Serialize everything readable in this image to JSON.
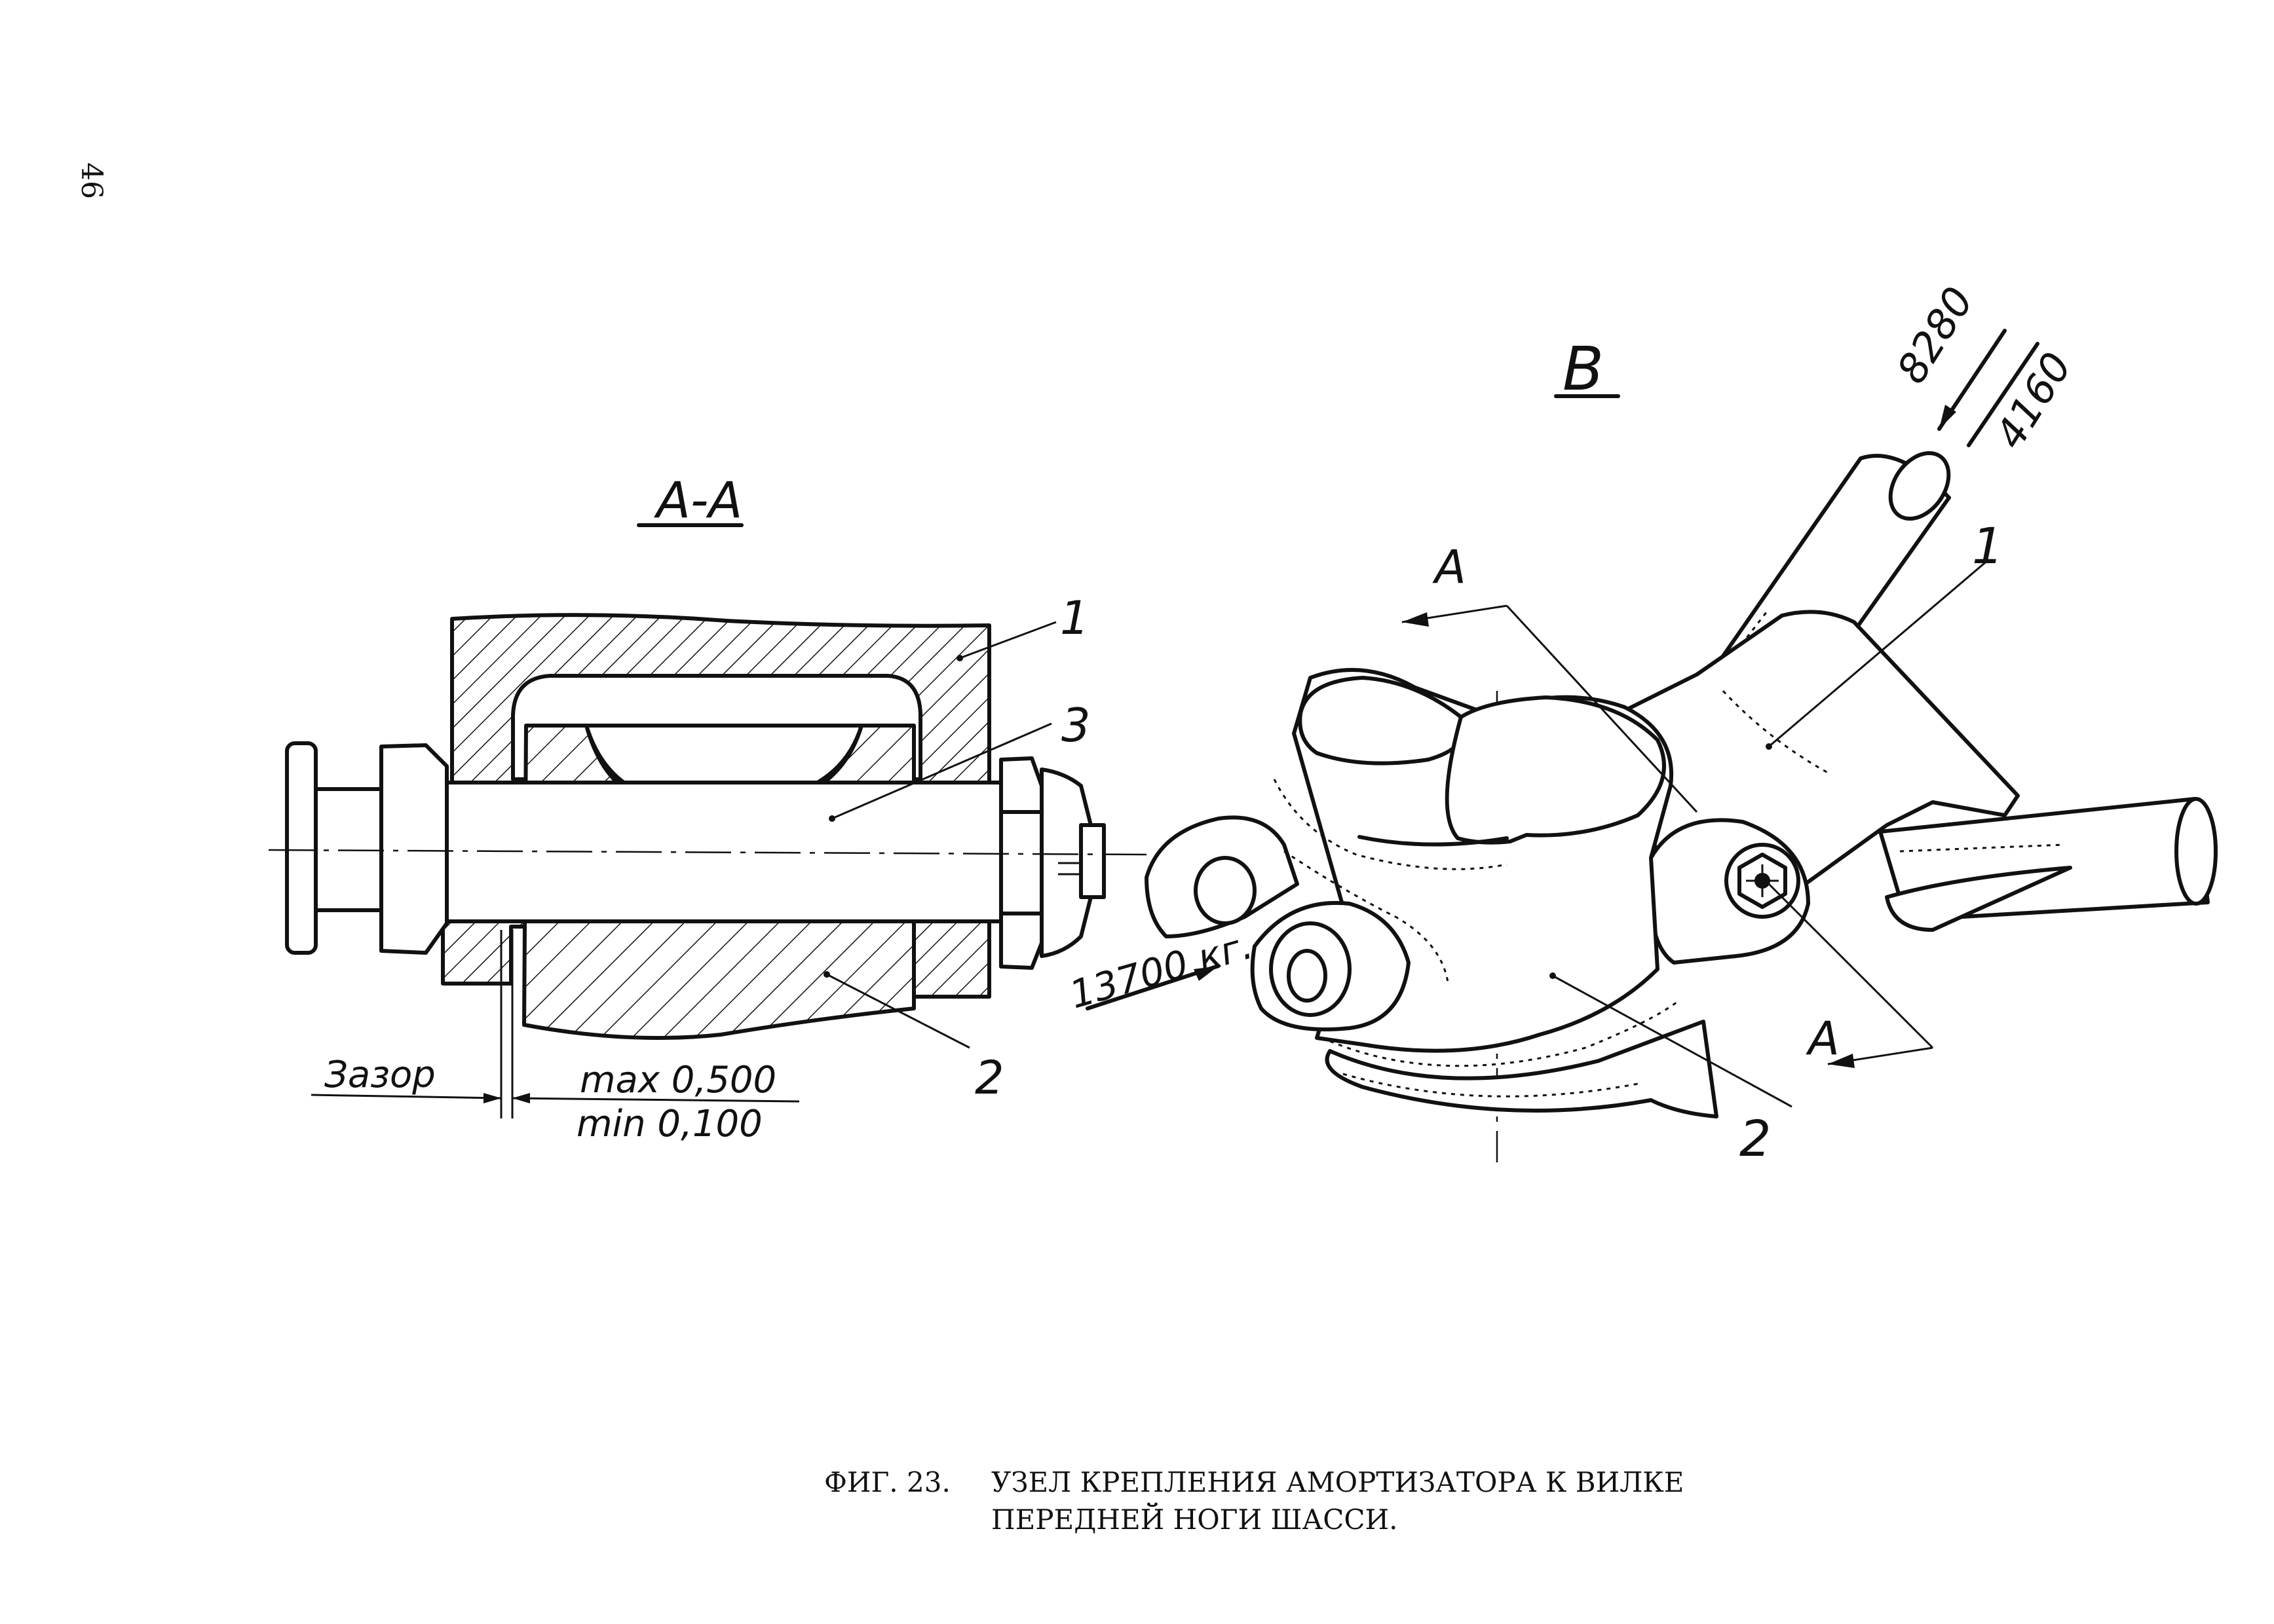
{
  "page": {
    "page_number": "46"
  },
  "section_view": {
    "title": "А-А",
    "callouts": [
      "1",
      "3",
      "2"
    ],
    "gap_label": "Зазор",
    "gap_max": "max 0,500",
    "gap_min": "min 0,100"
  },
  "view_b": {
    "title": "В",
    "section_mark_top": "А",
    "section_mark_bottom": "А",
    "callout_1": "1",
    "callout_2": "2",
    "load_left": "13700 кг.",
    "load_top_1": "8280",
    "load_top_2": "4160"
  },
  "caption": {
    "figure_label": "ФИГ. 23.",
    "line1": "УЗЕЛ КРЕПЛЕНИЯ АМОРТИЗАТОРА К ВИЛКЕ",
    "line2": "ПЕРЕДНЕЙ НОГИ ШАССИ."
  }
}
